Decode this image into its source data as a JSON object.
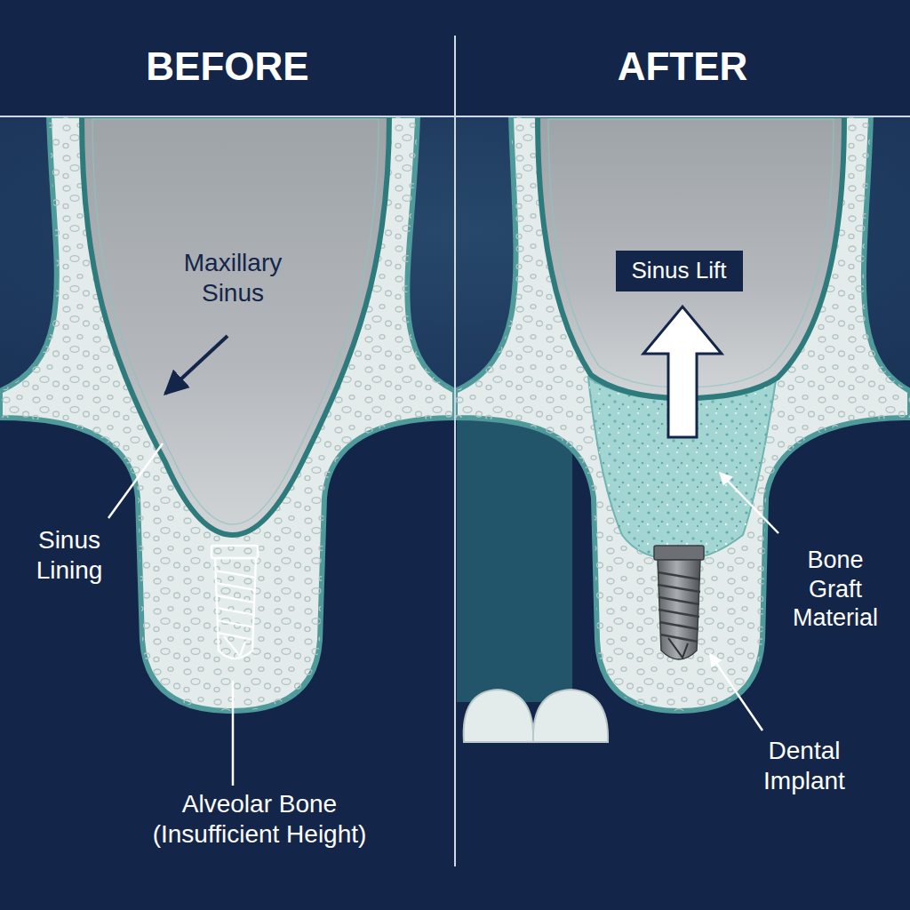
{
  "diagram": {
    "nodes": [
      {
        "text": [
          "Sinus Lift"
        ]
      }
    ],
    "labels": [
      "BEFORE",
      "AFTER",
      "Maxillary Sinus",
      "Sinus Lining",
      "Alveolar Bone (Insufficient Height)",
      "Bone Graft Material",
      "Dental Implant"
    ]
  }
}
